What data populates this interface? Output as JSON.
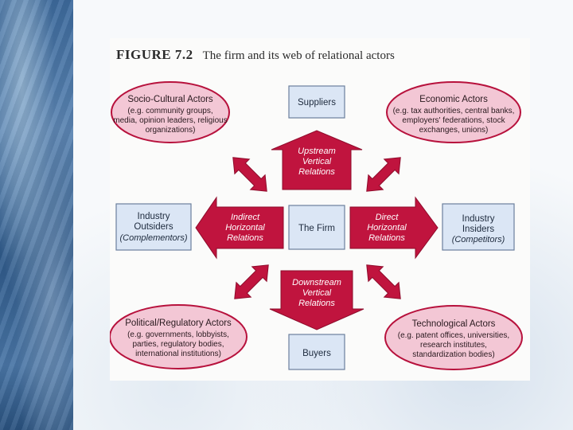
{
  "figure": {
    "number": "FIGURE 7.2",
    "title": "The firm and its web of relational actors"
  },
  "ellipses": {
    "socio_cultural": {
      "title": "Socio-Cultural Actors",
      "lines": [
        "(e.g. community groups,",
        "media, opinion leaders, religious",
        "organizations)"
      ]
    },
    "economic": {
      "title": "Economic Actors",
      "lines": [
        "(e.g. tax authorities, central banks,",
        "employers' federations, stock",
        "exchanges, unions)"
      ]
    },
    "political": {
      "title": "Political/Regulatory Actors",
      "lines": [
        "(e.g. governments, lobbyists,",
        "parties, regulatory bodies,",
        "international institutions)"
      ]
    },
    "technological": {
      "title": "Technological Actors",
      "lines": [
        "(e.g. patent offices, universities,",
        "research institutes,",
        "standardization bodies)"
      ]
    }
  },
  "boxes": {
    "suppliers": {
      "lines": [
        "Suppliers"
      ]
    },
    "the_firm": {
      "lines": [
        "The Firm"
      ]
    },
    "buyers": {
      "lines": [
        "Buyers"
      ]
    },
    "industry_outsiders": {
      "lines": [
        "Industry",
        "Outsiders"
      ],
      "note": "(Complementors)"
    },
    "industry_insiders": {
      "lines": [
        "Industry",
        "Insiders"
      ],
      "note": "(Competitors)"
    }
  },
  "arrows": {
    "upstream": [
      "Upstream",
      "Vertical",
      "Relations"
    ],
    "downstream": [
      "Downstream",
      "Vertical",
      "Relations"
    ],
    "indirect": [
      "Indirect",
      "Horizontal",
      "Relations"
    ],
    "direct": [
      "Direct",
      "Horizontal",
      "Relations"
    ]
  },
  "colors": {
    "ellipse_fill": "#f3c7d5",
    "ellipse_stroke": "#b7113c",
    "arrow_fill": "#c0143e",
    "box_fill": "#dbe6f5"
  }
}
